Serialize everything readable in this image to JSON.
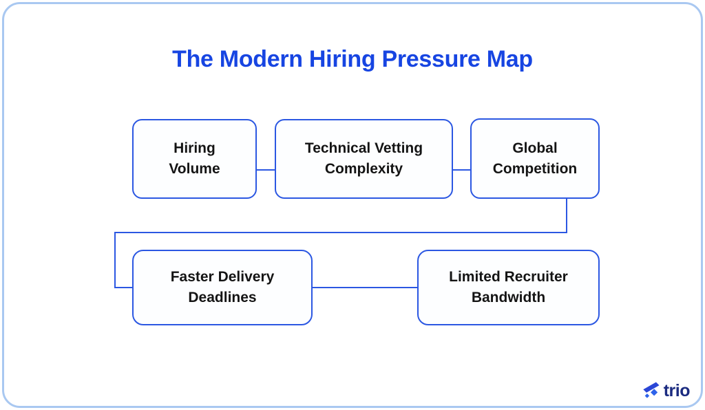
{
  "title": "The Modern Hiring Pressure Map",
  "colors": {
    "title_blue": "#1745e2",
    "node_border_blue": "#2b57e2",
    "connector_blue": "#2b57e2",
    "frame_light_blue": "#a9c8f1",
    "node_text": "#141414",
    "logo_navy": "#1b2b80",
    "logo_accent_blue": "#2e63ea",
    "background": "#ffffff"
  },
  "diagram": {
    "nodes": [
      {
        "id": "hiring-volume",
        "label": "Hiring Volume"
      },
      {
        "id": "technical-vetting-complexity",
        "label": "Technical Vetting Complexity"
      },
      {
        "id": "global-competition",
        "label": "Global Competition"
      },
      {
        "id": "faster-delivery-deadlines",
        "label": "Faster Delivery Deadlines"
      },
      {
        "id": "limited-recruiter-bandwidth",
        "label": "Limited Recruiter Bandwidth"
      }
    ],
    "edges": [
      {
        "from": "Hiring Volume",
        "to": "Technical Vetting Complexity"
      },
      {
        "from": "Technical Vetting Complexity",
        "to": "Global Competition"
      },
      {
        "from": "Global Competition",
        "to": "Faster Delivery Deadlines"
      },
      {
        "from": "Faster Delivery Deadlines",
        "to": "Limited Recruiter Bandwidth"
      }
    ]
  },
  "logo": {
    "text": "trio",
    "icon": "trio-logo-icon"
  }
}
